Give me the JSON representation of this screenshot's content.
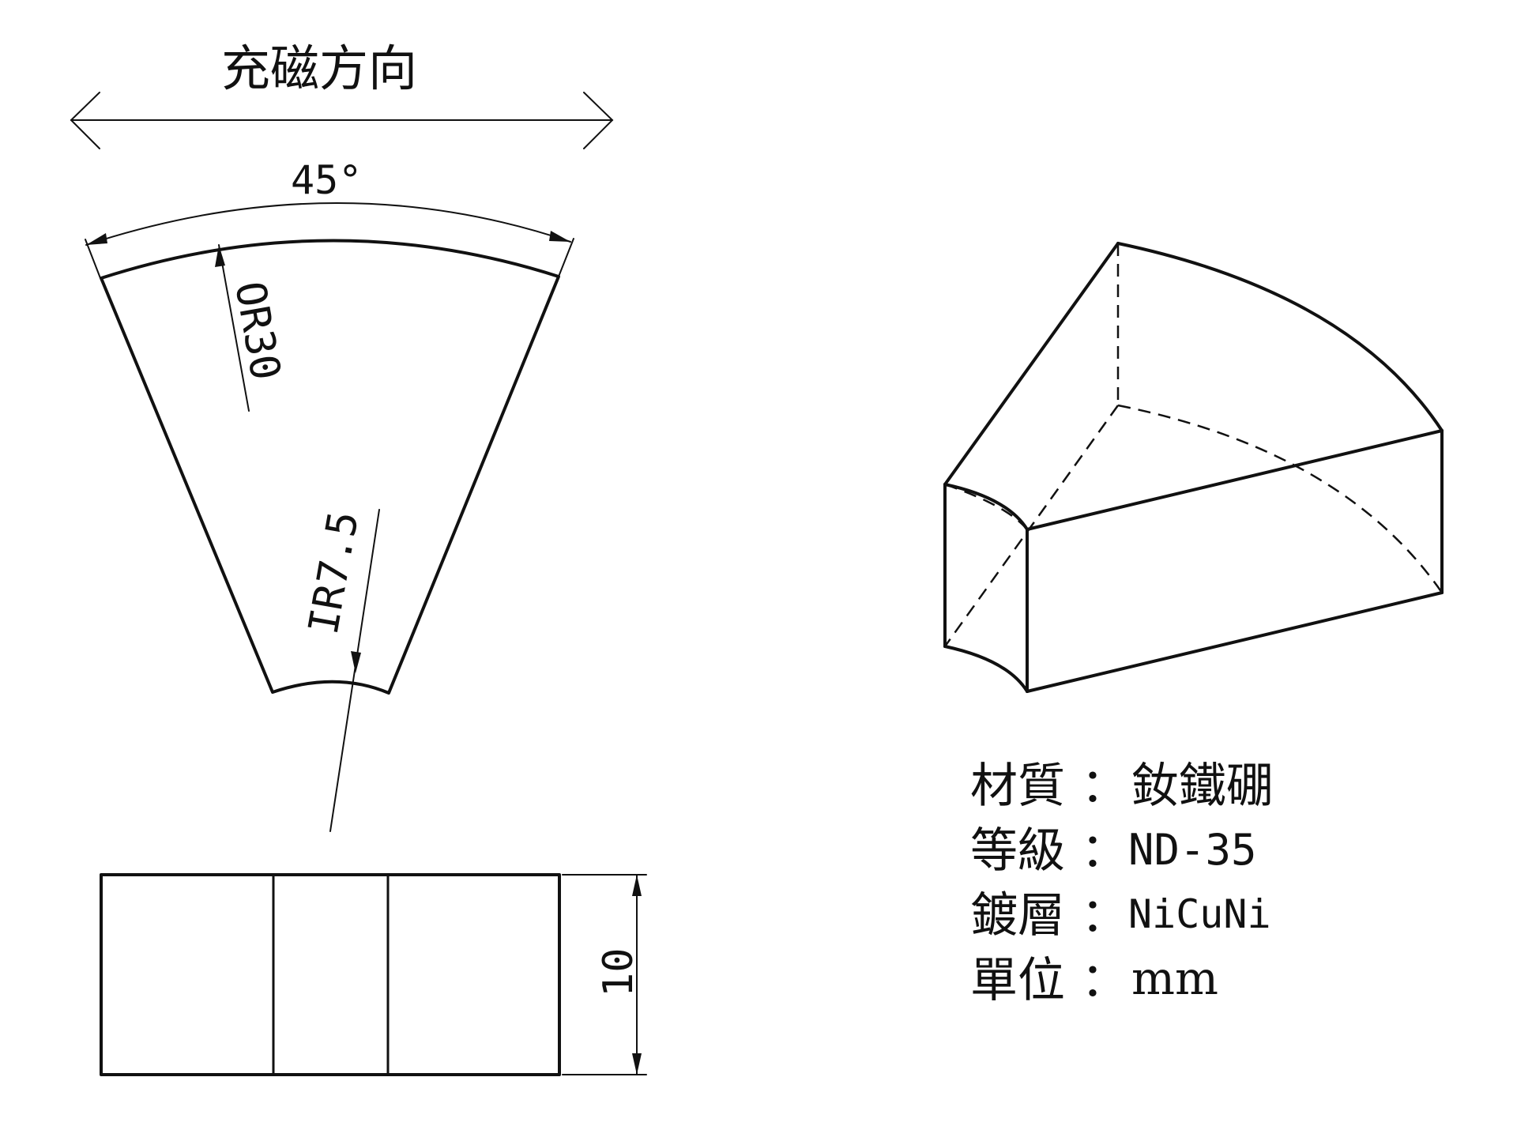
{
  "magnetization": {
    "label": "充磁方向"
  },
  "dimensions": {
    "angle": "45°",
    "outer_radius": "OR30",
    "inner_radius": "IR7.5",
    "thickness": "10"
  },
  "spec": {
    "material_label": "材質",
    "material_value": "釹鐵硼",
    "grade_label": "等級",
    "grade_value": "ND-35",
    "coating_label": "鍍層",
    "coating_value": "NiCuNi",
    "unit_label": "單位",
    "unit_value": "mm",
    "separator": "："
  }
}
